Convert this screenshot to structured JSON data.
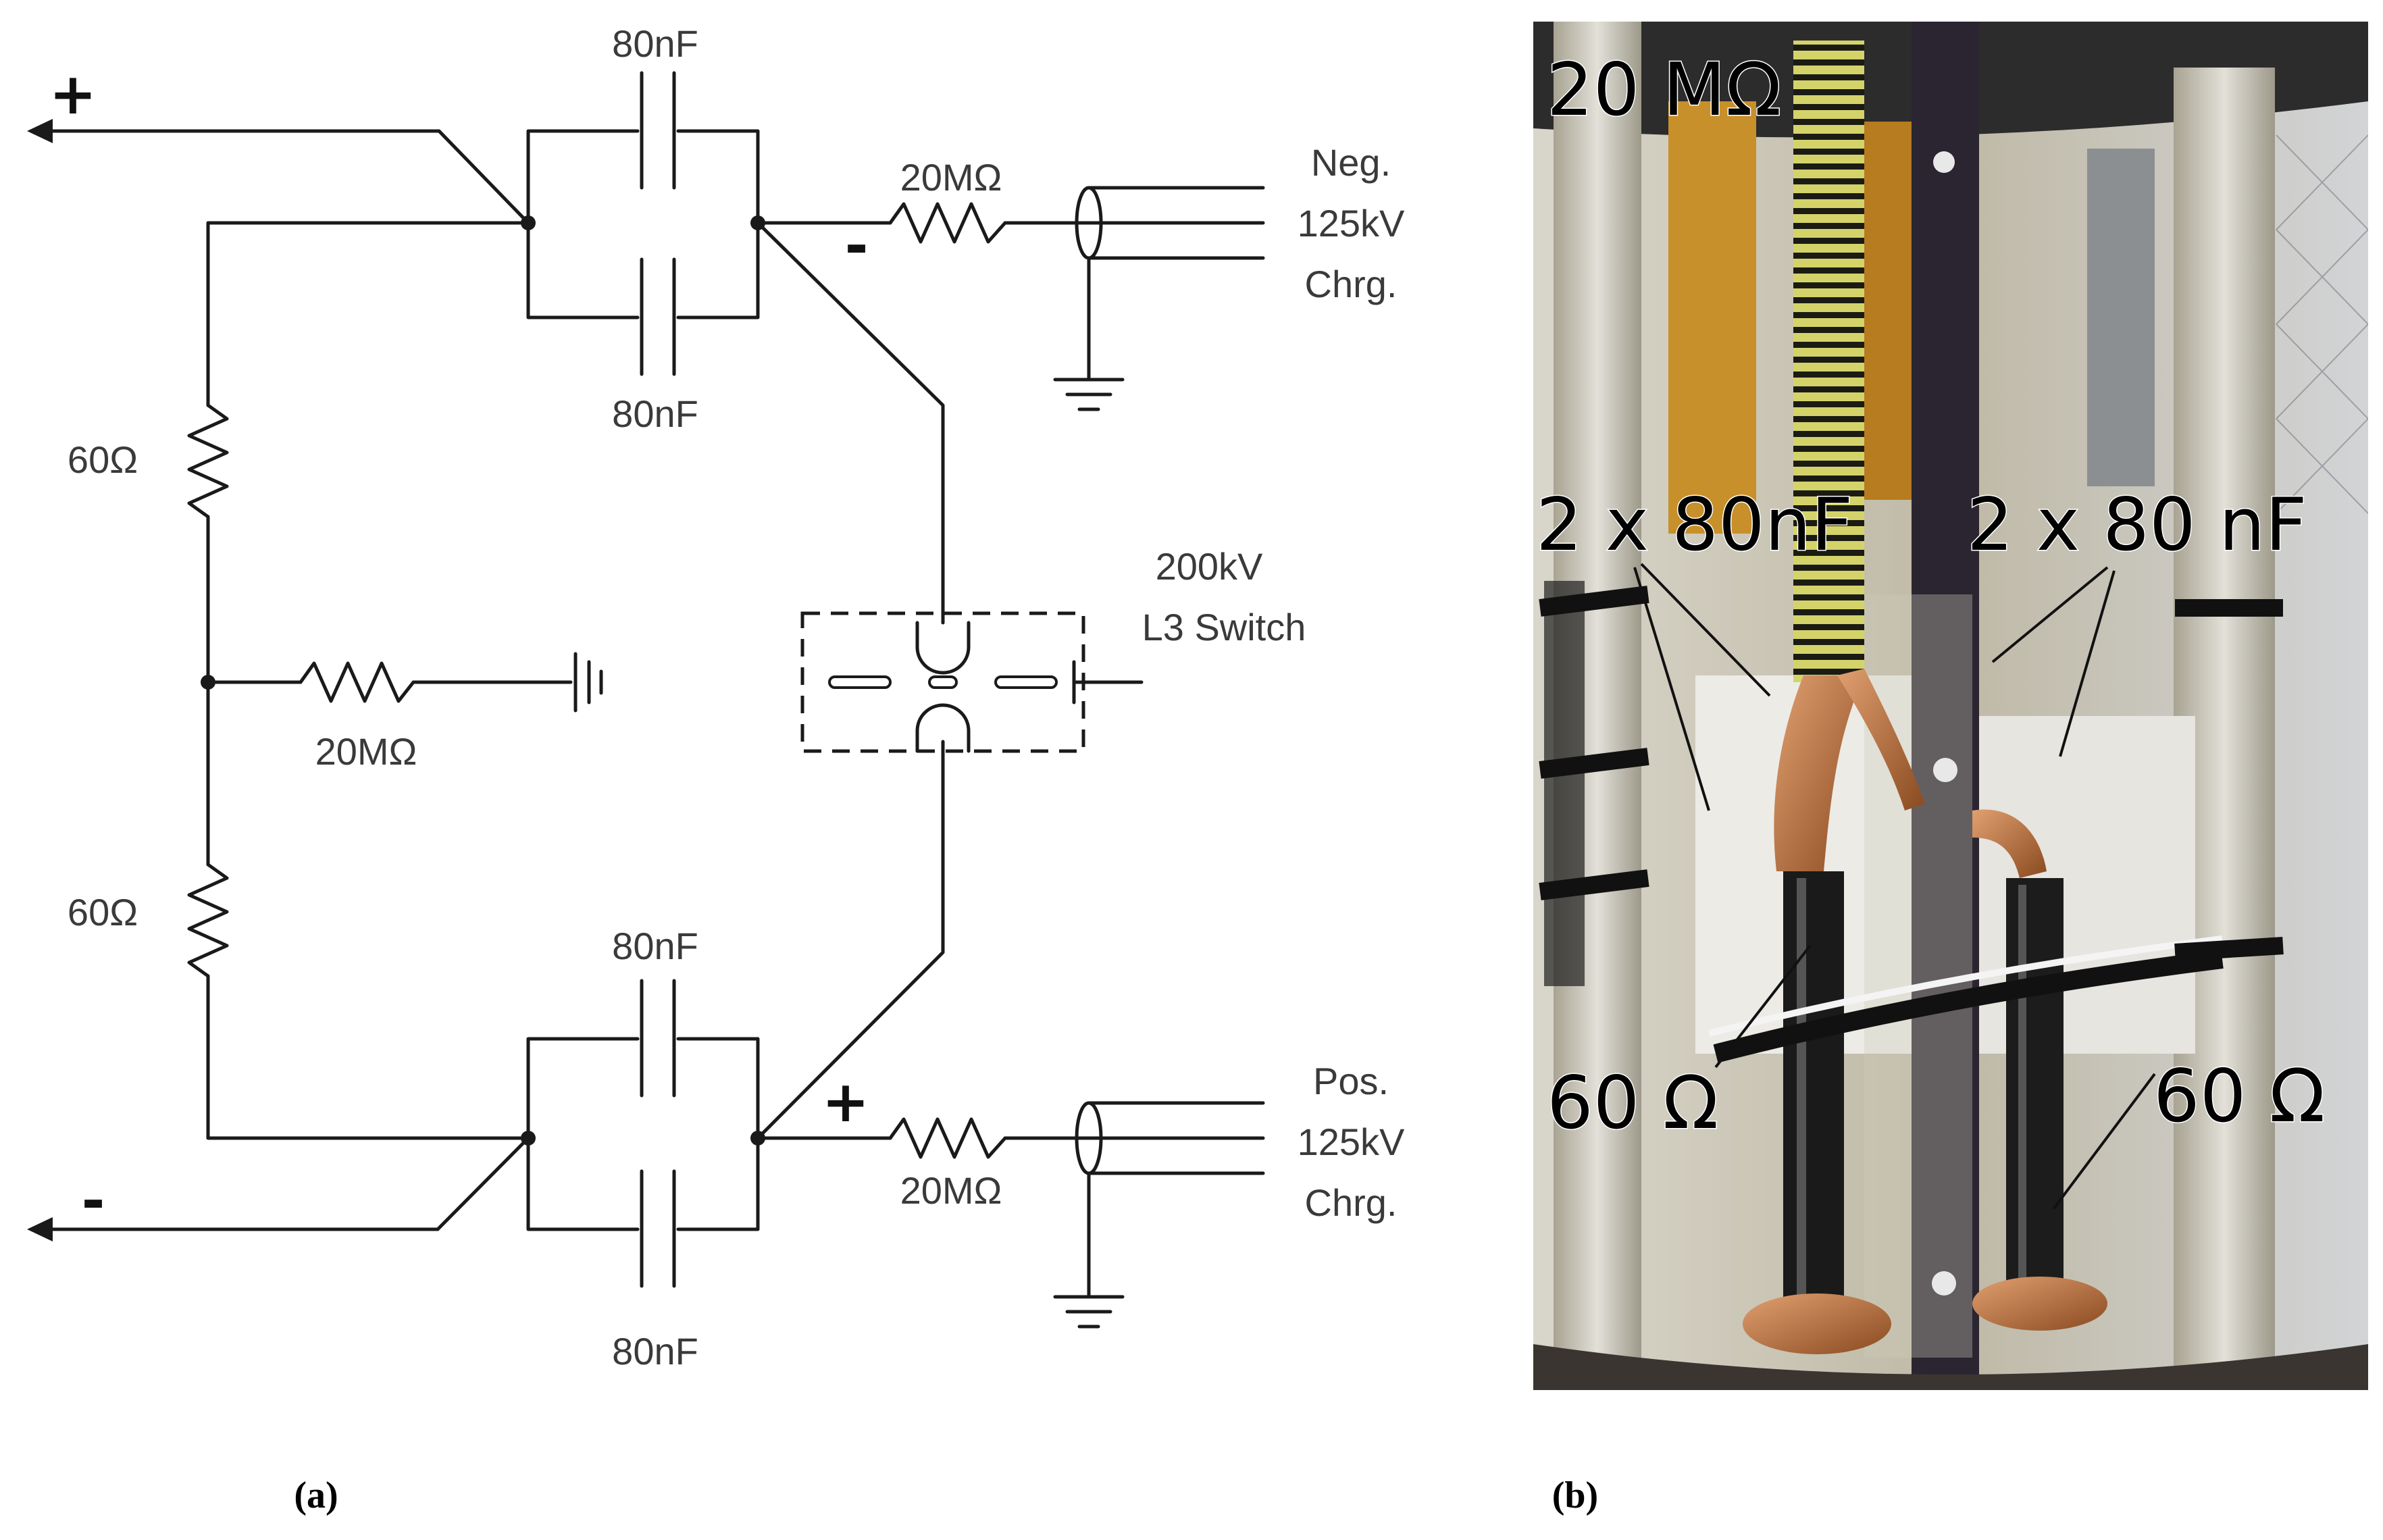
{
  "panel_a": {
    "caption": "(a)",
    "plus_out": "+",
    "minus_out": "-",
    "neg_node_sign": "-",
    "pos_node_sign": "+",
    "cap_top_upper": "80nF",
    "cap_top_lower": "80nF",
    "cap_bot_upper": "80nF",
    "cap_bot_lower": "80nF",
    "res_60_top": "60Ω",
    "res_60_bot": "60Ω",
    "res_mid": "20MΩ",
    "res_neg": "20MΩ",
    "res_pos": "20MΩ",
    "switch_line1": "200kV",
    "switch_line2": "L3 Switch",
    "neg_line1": "Neg.",
    "neg_line2": "125kV",
    "neg_line3": "Chrg.",
    "pos_line1": "Pos.",
    "pos_line2": "125kV",
    "pos_line3": "Chrg."
  },
  "panel_b": {
    "caption": "(b)",
    "label_resistor_top": "20 MΩ",
    "label_caps_left": "2 x 80nF",
    "label_caps_right": "2 x 80 nF",
    "label_res_left": "60 Ω",
    "label_res_right": "60 Ω"
  }
}
